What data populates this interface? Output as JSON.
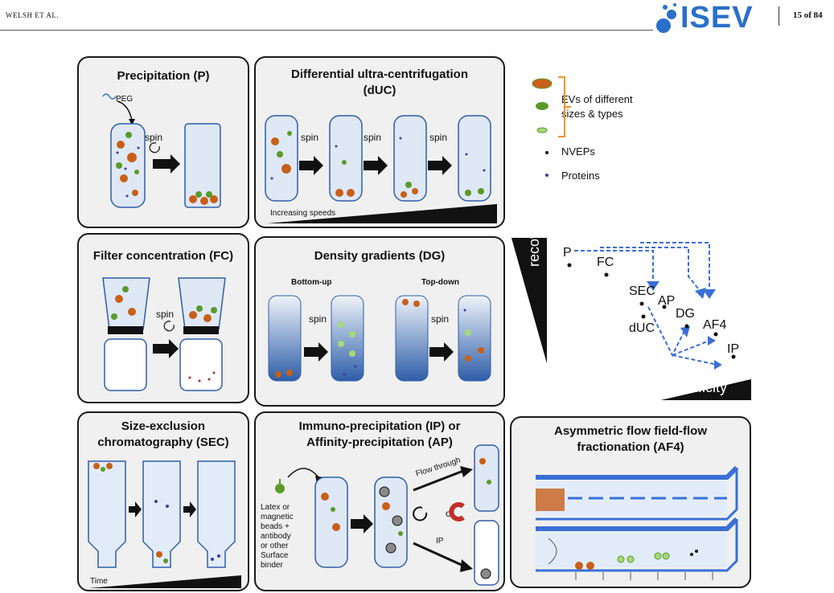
{
  "header": {
    "authors": "WELSH ET AL.",
    "page": "15 of 84",
    "logo": "ISEV"
  },
  "panels": {
    "p": {
      "title": "Precipitation (P)",
      "peg": "PEG",
      "spin": "spin"
    },
    "duc": {
      "title1": "Differential ultra-centrifugation",
      "title2": "(dUC)",
      "spin": "spin",
      "speeds": "Increasing speeds"
    },
    "fc": {
      "title": "Filter concentration (FC)",
      "spin": "spin"
    },
    "dg": {
      "title": "Density gradients (DG)",
      "bottom": "Bottom-up",
      "top": "Top-down",
      "spin": "spin"
    },
    "sec": {
      "title1": "Size-exclusion",
      "title2": "chromatography (SEC)",
      "time": "Time"
    },
    "ip": {
      "title1": "Immuno-precipitation (IP) or",
      "title2": "Affinity-precipitation (AP)",
      "flow": "Flow through",
      "or": "or",
      "ip": "IP",
      "beads": [
        "Latex or",
        "magnetic",
        "beads +",
        "antibody",
        "or other",
        "Surface",
        "binder"
      ]
    },
    "af4": {
      "title1": "Asymmetric flow field-flow",
      "title2": "fractionation (AF4)"
    }
  },
  "legend": {
    "evs1": "EVs of different",
    "evs2": "sizes & types",
    "nveps": "NVEPs",
    "proteins": "Proteins"
  },
  "tradeoff": {
    "recovery": "recovery",
    "specificity": "specificity",
    "methods": [
      "P",
      "FC",
      "SEC",
      "AP",
      "DG",
      "dUC",
      "AF4",
      "IP"
    ]
  },
  "colors": {
    "accent": "#2a6fc9",
    "ev_large": "#c8601a",
    "ev_mid": "#5a9a2a",
    "ev_small": "#a8d878",
    "protein": "#3a3aa0",
    "bracket": "#f0932b"
  }
}
